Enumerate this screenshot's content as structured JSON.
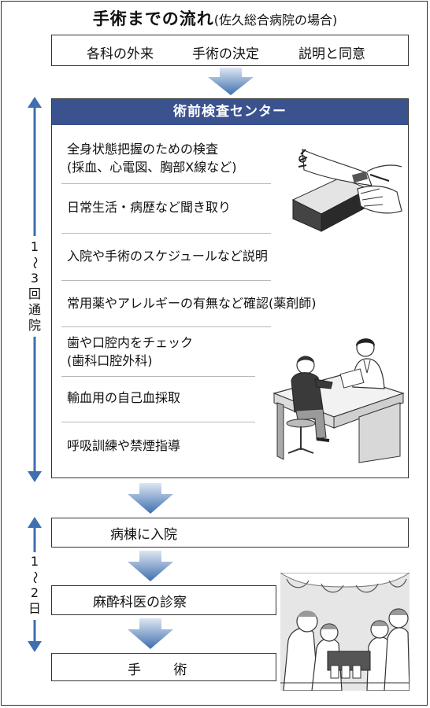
{
  "title": {
    "main": "手術までの流れ",
    "sub": "(佐久総合病院の場合)"
  },
  "top_steps": [
    "各科の外来",
    "手術の決定",
    "説明と同意"
  ],
  "center": {
    "header": "術前検査センター",
    "items": [
      {
        "lines": [
          "全身状態把握のための検査",
          "(採血、心電図、胸部X線など)"
        ]
      },
      {
        "lines": [
          "日常生活・病歴など聞き取り"
        ]
      },
      {
        "lines": [
          "入院や手術のスケジュールなど説明"
        ]
      },
      {
        "lines": [
          "常用薬やアレルギーの有無など確認(薬剤師)"
        ]
      },
      {
        "lines": [
          "歯や口腔内をチェック",
          "(歯科口腔外科)"
        ]
      },
      {
        "lines": [
          "輸血用の自己血採取"
        ]
      },
      {
        "lines": [
          "呼吸訓練や禁煙指導"
        ]
      }
    ]
  },
  "duration_outpatient": [
    "1",
    "〜",
    "3",
    "回",
    "通",
    "院"
  ],
  "duration_hospital": [
    "1",
    "〜",
    "2",
    "日"
  ],
  "steps": [
    "病棟に入院",
    "麻酔科医の診察",
    "手 術"
  ],
  "colors": {
    "header": "#3a538f",
    "arrow": "#3f6fae",
    "arrow_light": "#dde6f2"
  },
  "illustrations": [
    "blood-draw-illustration",
    "consultation-illustration",
    "surgery-illustration"
  ]
}
